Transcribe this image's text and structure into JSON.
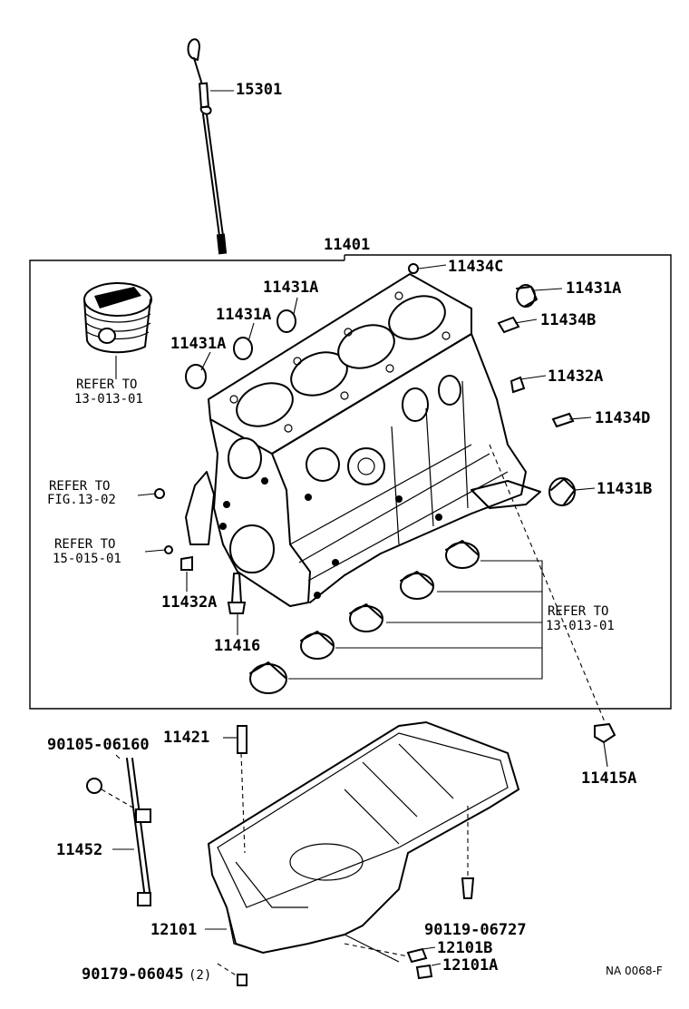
{
  "labels": {
    "l15301": "15301",
    "l11401": "11401",
    "l11434C": "11434C",
    "l11431A_1": "11431A",
    "l11431A_2": "11431A",
    "l11431A_3": "11431A",
    "l11431A_4": "11431A",
    "l11434B": "11434B",
    "l11432A_r": "11432A",
    "l11434D": "11434D",
    "l11431B": "11431B",
    "l11432A_l": "11432A",
    "l11416": "11416",
    "l11415A": "11415A",
    "l90105": "90105-06160",
    "l11421": "11421",
    "l11452": "11452",
    "l12101": "12101",
    "l90119": "90119-06727",
    "l12101B": "12101B",
    "l12101A": "12101A",
    "l90179": "90179-06045",
    "l90179q": "(2)"
  },
  "refs": {
    "piston_1": "REFER TO",
    "piston_2": "13-013-01",
    "fig_1": "REFER TO",
    "fig_2": "FIG.13-02",
    "r15_1": "REFER TO",
    "r15_2": "15-015-01",
    "bear_1": "REFER TO",
    "bear_2": "13-013-01"
  },
  "code": "NA 0068-F"
}
